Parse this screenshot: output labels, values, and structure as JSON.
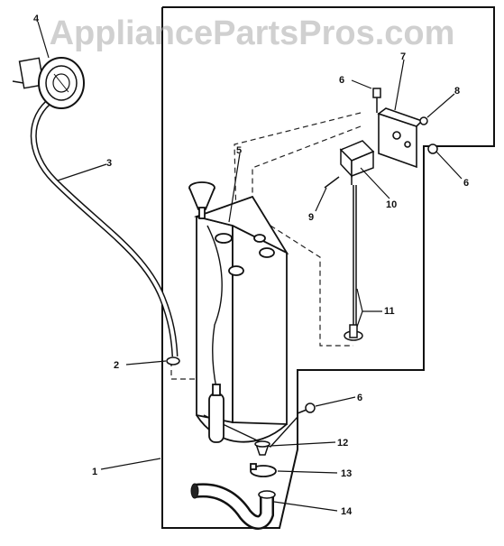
{
  "watermark": "AppliancePartsPros.com",
  "callouts": {
    "c1": "1",
    "c2": "2",
    "c3": "3",
    "c4": "4",
    "c5": "5",
    "c6a": "6",
    "c6b": "6",
    "c6c": "6",
    "c7": "7",
    "c8": "8",
    "c9": "9",
    "c10": "10",
    "c11": "11",
    "c12": "12",
    "c13": "13",
    "c14": "14"
  }
}
